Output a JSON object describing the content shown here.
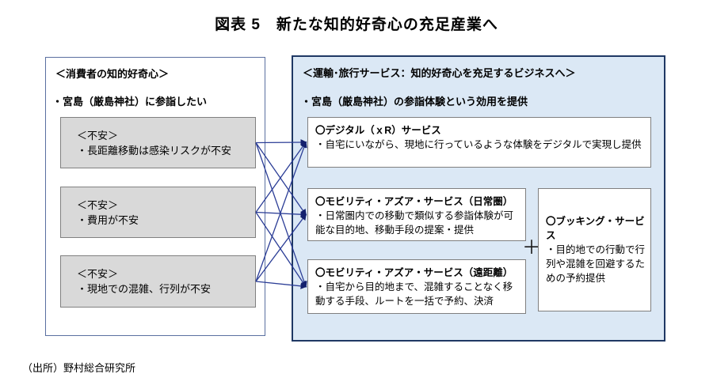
{
  "title": "図表 5　新たな知的好奇心の充足産業へ",
  "consumer_panel": {
    "heading": "＜消費者の知的好奇心＞",
    "desire": "・宮島（厳島神社）に参詣したい",
    "concerns": [
      {
        "label": "＜不安＞",
        "text": "・長距離移動は感染リスクが不安"
      },
      {
        "label": "＜不安＞",
        "text": "・費用が不安"
      },
      {
        "label": "＜不安＞",
        "text": "・現地での混雑、行列が不安"
      }
    ]
  },
  "service_panel": {
    "heading": "＜運輸･旅行サービス：知的好奇心を充足するビジネスへ＞",
    "value_proposition": "・宮島（厳島神社）の参詣体験という効用を提供",
    "services": [
      {
        "title": "〇デジタル（ｘR）サービス",
        "description": "・自宅にいながら、現地に行っているような体験をデジタルで実現し提供"
      },
      {
        "title": "〇モビリティ・アズア・サービス（日常圏）",
        "description": "・日常圏内での移動で類似する参詣体験が可能な目的地、移動手段の提案・提供"
      },
      {
        "title": "〇モビリティ・アズア・サービス（遠距離）",
        "description": "・自宅から目的地まで、混雑することなく移動する手段、ルートを一括で予約、決済"
      }
    ],
    "plus_sign": "＋",
    "booking_service": {
      "title": "〇ブッキング・サービス",
      "description": "・目的地での行動で行列や混雑を回避するための予約提供"
    }
  },
  "connections": [
    [
      0,
      0
    ],
    [
      0,
      1
    ],
    [
      0,
      2
    ],
    [
      1,
      0
    ],
    [
      1,
      1
    ],
    [
      1,
      2
    ],
    [
      2,
      0
    ],
    [
      2,
      1
    ],
    [
      2,
      2
    ]
  ],
  "source": "（出所）野村総合研究所",
  "colors": {
    "service_panel_fill": "#dbe8f5",
    "service_panel_border": "#1f3864",
    "consumer_panel_border": "#5a6fa0",
    "concern_box_fill": "#d9d9d9",
    "box_border": "#808080",
    "arrow_line": "#2b3d96",
    "arrow_head": "#14216e",
    "text": "#000000"
  }
}
